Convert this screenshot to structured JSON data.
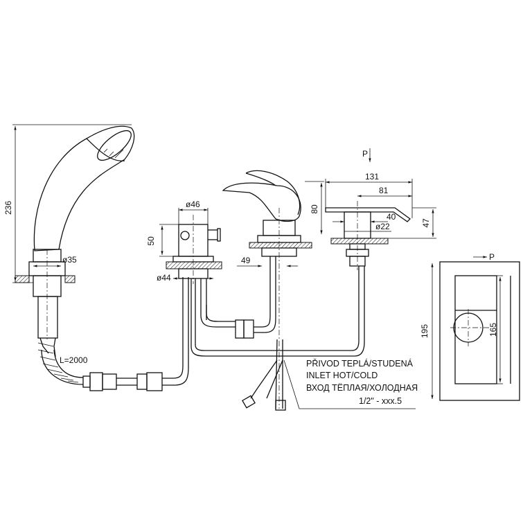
{
  "dimensions": {
    "shower_height": "236",
    "shower_holder_diameter": "ø35",
    "hose_length": "L=2000",
    "diverter_diameter": "ø46",
    "diverter_height": "50",
    "diverter_base_diameter": "ø44",
    "spout_offset": "49",
    "spout_height": "80",
    "lever_total_length": "131",
    "lever_reach": "81",
    "lever_base": "40",
    "lever_diameter": "ø22",
    "lever_height": "47",
    "plate_height": "195",
    "plate_inner_height": "165"
  },
  "pressure_labels": {
    "top": "P",
    "plate": "P"
  },
  "inlet_note": {
    "line1": "PŘIVOD TEPLÁ/STUDENÁ",
    "line2": "INLET HOT/COLD",
    "line3": "ВХОД ТЁПЛАЯ/ХОЛОДНАЯ",
    "line4": "1/2\" - xxx.5"
  }
}
